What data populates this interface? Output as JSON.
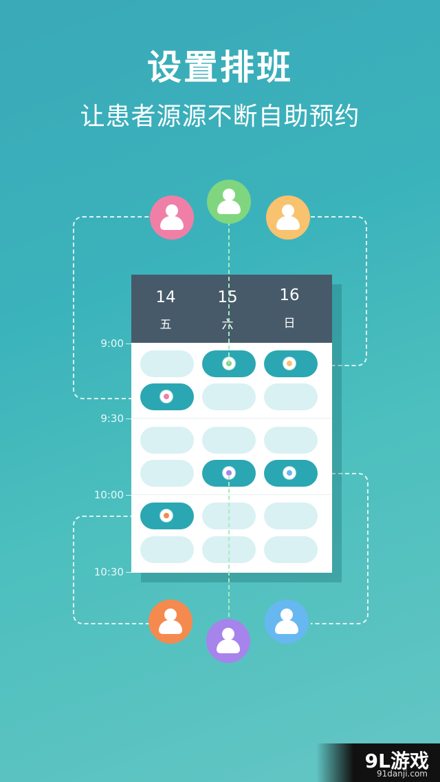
{
  "title": "设置排班",
  "subtitle": "让患者源源不断自助预约",
  "days": [
    {
      "num": "14",
      "week": "五"
    },
    {
      "num": "15",
      "week": "六"
    },
    {
      "num": "16",
      "week": "日"
    }
  ],
  "times": [
    "9:00",
    "9:30",
    "10:00",
    "10:30"
  ],
  "colors": {
    "pink": "#f07fa8",
    "green": "#80d67f",
    "yellow": "#f9c26f",
    "orange": "#f58a4f",
    "purple": "#a783ec",
    "blue": "#67b8f0",
    "booked": "#2aa7b2",
    "empty": "#d9f1f3",
    "header": "#475a6a"
  },
  "brand": {
    "main": "9L游戏",
    "sub": "91danji.com"
  }
}
